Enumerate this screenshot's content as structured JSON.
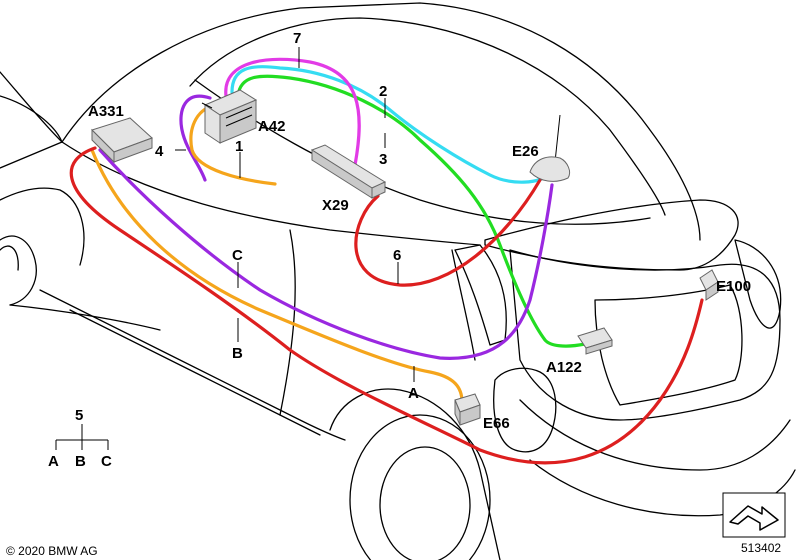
{
  "colors": {
    "red": "#dd1f1f",
    "orange": "#f5a51c",
    "purple": "#9a28e0",
    "magenta": "#e23be6",
    "cyan": "#35dcf2",
    "green": "#22dd22",
    "line": "#000000"
  },
  "components": {
    "a331": "A331",
    "a42": "A42",
    "x29": "X29",
    "e26": "E26",
    "e100": "E100",
    "a122": "A122",
    "e66": "E66"
  },
  "wires": {
    "w1": "1",
    "w2": "2",
    "w3": "3",
    "w4": "4",
    "w6": "6",
    "w7": "7",
    "a": "A",
    "b": "B",
    "c": "C"
  },
  "legend": {
    "root": "5",
    "children": [
      "A",
      "B",
      "C"
    ]
  },
  "footer": {
    "copyright": "© 2020 BMW AG",
    "ref_number": "513402"
  }
}
